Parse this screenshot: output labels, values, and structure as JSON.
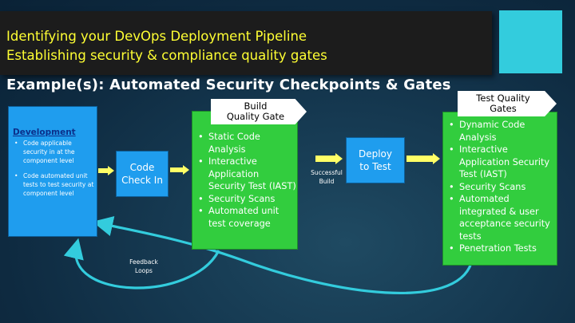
{
  "header": {
    "line1": "Identifying your DevOps Deployment Pipeline",
    "line2": "Establishing security & compliance quality gates"
  },
  "subtitle": "Example(s): Automated Security Checkpoints & Gates",
  "development": {
    "title": "Development",
    "items": [
      "Code applicable security in at the component level",
      "Code automated unit tests to test security at component level"
    ]
  },
  "code_checkin": {
    "line1": "Code",
    "line2": "Check In"
  },
  "build_gate": {
    "label_line1": "Build",
    "label_line2": "Quality Gate",
    "items": [
      "Static Code Analysis",
      "Interactive Application Security Test (IAST)",
      "Security Scans",
      "Automated unit test coverage"
    ]
  },
  "successful_build": {
    "line1": "Successful",
    "line2": "Build"
  },
  "deploy": {
    "line1": "Deploy",
    "line2": "to Test"
  },
  "test_gate": {
    "label_line1": "Test Quality",
    "label_line2": "Gates",
    "items": [
      "Dynamic Code Analysis",
      "Interactive Application Security Test (IAST)",
      "Security Scans",
      "Automated integrated & user acceptance security tests",
      "Penetration Tests"
    ]
  },
  "feedback": {
    "line1": "Feedback",
    "line2": "Loops"
  },
  "colors": {
    "title_text": "#ffff33",
    "blue_box": "#1f9dee",
    "green_box": "#32cd3e",
    "arrow": "#ffff66",
    "loop": "#33ccdd",
    "accent": "#33ccdd"
  }
}
